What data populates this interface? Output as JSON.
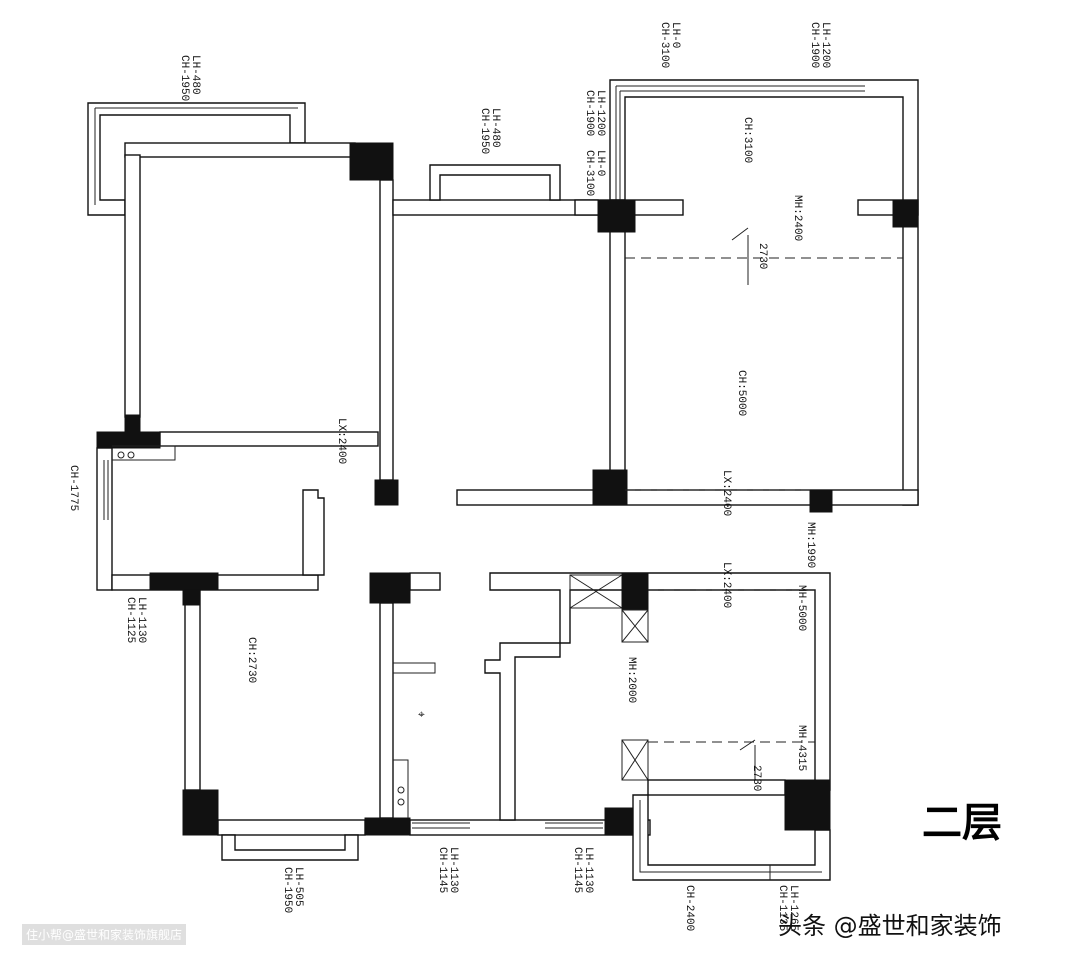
{
  "title": "二层",
  "watermark": "头条 @盛世和家装饰",
  "watermark_secondary": "住小帮@盛世和家装饰旗舰店",
  "labels": {
    "tl_window": [
      "LH-480",
      "CH-1950"
    ],
    "mid_window": [
      "LH-480",
      "CH-1950"
    ],
    "top_window_a": [
      "LH-0",
      "CH-3100"
    ],
    "top_window_b": [
      "LH-1200",
      "CH-1900"
    ],
    "side_window_a": [
      "LH-1200",
      "CH-1900"
    ],
    "side_window_b": [
      "LH-0",
      "CH-3100"
    ],
    "room_ch_3100": [
      "CH:3100"
    ],
    "room_mh_2400": [
      "MH:2400"
    ],
    "beam_2730_top": [
      "2730"
    ],
    "room_ch_5000": [
      "CH:5000"
    ],
    "lx_left": [
      "LX:2400"
    ],
    "lx_right": [
      "LX:2400"
    ],
    "mh_1990": [
      "MH:1990"
    ],
    "ch_1775": [
      "CH-1775"
    ],
    "lx_lower": [
      "LX:2400"
    ],
    "mh_5000": [
      "MH-5000"
    ],
    "left_window": [
      "LH-1130",
      "CH-1125"
    ],
    "room_ch_2730": [
      "CH:2730"
    ],
    "mh_2000": [
      "MH:2000"
    ],
    "mh_4315": [
      "MH-4315"
    ],
    "beam_2730_bottom": [
      "2730"
    ],
    "bottom_window_a": [
      "LH-505",
      "CH-1950"
    ],
    "bottom_window_b": [
      "LH-1130",
      "CH-1145"
    ],
    "bottom_window_c": [
      "LH-1130",
      "CH-1145"
    ],
    "bottom_ch_2400": [
      "CH-2400"
    ],
    "bottom_window_d": [
      "LH-1265",
      "CH-1135"
    ]
  }
}
